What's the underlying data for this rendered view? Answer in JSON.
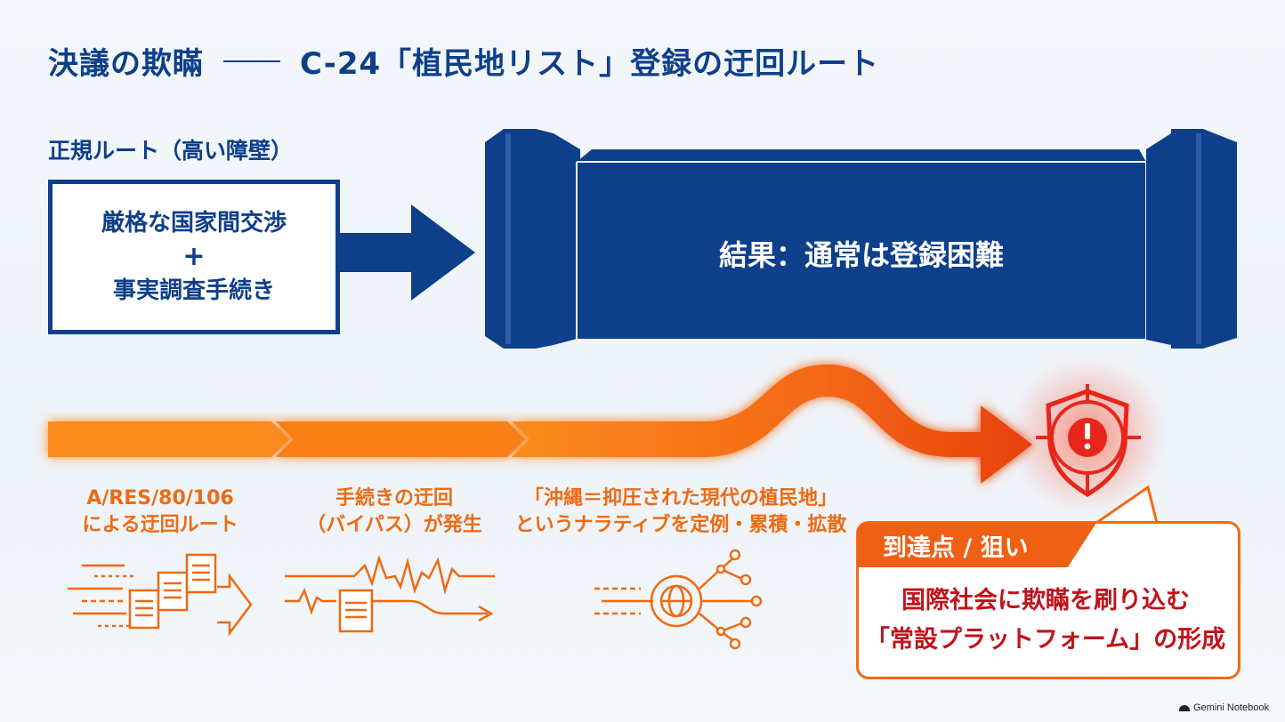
{
  "header": {
    "title_left": "決議の欺瞞",
    "title_right": "C-24「植民地リスト」登録の迂回ルート"
  },
  "regular_route": {
    "label": "正規ルート（高い障壁）",
    "box_line1": "厳格な国家間交渉",
    "box_plus": "+",
    "box_line2": "事実調査手続き",
    "result": "結果：通常は登録困難"
  },
  "bypass_steps": [
    {
      "line1": "A/RES/80/106",
      "line2": "による迂回ルート",
      "icon": "documents-arrow-icon"
    },
    {
      "line1": "手続きの迂回",
      "line2": "（バイパス）が発生",
      "icon": "document-waveform-icon"
    },
    {
      "line1": "「沖縄＝抑圧された現代の植民地」",
      "line2": "というナラティブを定例・累積・拡散",
      "icon": "globe-network-icon"
    }
  ],
  "goal": {
    "tag": "到達点 / 狙い",
    "line1": "国際社会に欺瞞を刷り込む",
    "line2": "「常設プラットフォーム」の形成",
    "icon": "target-shield-warning-icon"
  },
  "footer": {
    "brand": "Gemini Notebook"
  },
  "colors": {
    "navy": "#0e3f8a",
    "orange": "#ef6a18",
    "red": "#c1131b",
    "background": "#f1f5f9"
  }
}
